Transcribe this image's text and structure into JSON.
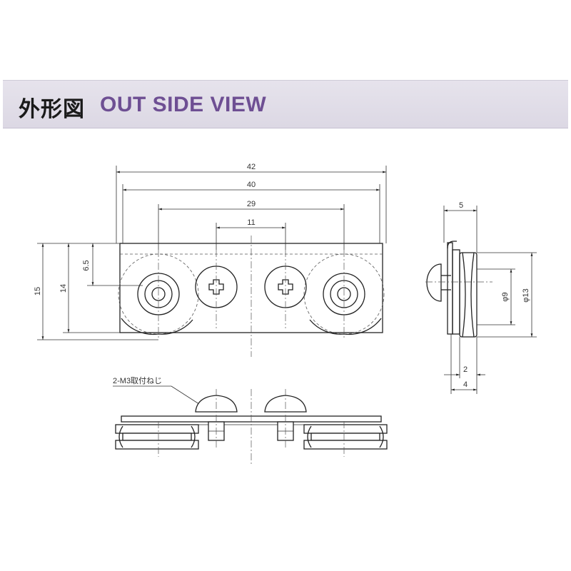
{
  "header": {
    "title_jp": "外形図",
    "title_en": "OUT SIDE VIEW"
  },
  "front_view": {
    "dims": {
      "overall_width": "42",
      "wheel_pitch": "40",
      "hole_pitch": "29",
      "inner_pitch": "11",
      "height_15": "15",
      "height_14": "14",
      "offset_6_5": "6.5"
    }
  },
  "side_view": {
    "dims": {
      "thickness_5": "5",
      "dia_9": "φ9",
      "dia_13": "φ13",
      "dim_2": "2",
      "dim_4": "4"
    }
  },
  "bottom_view": {
    "screw_label": "2-M3取付ねじ"
  }
}
